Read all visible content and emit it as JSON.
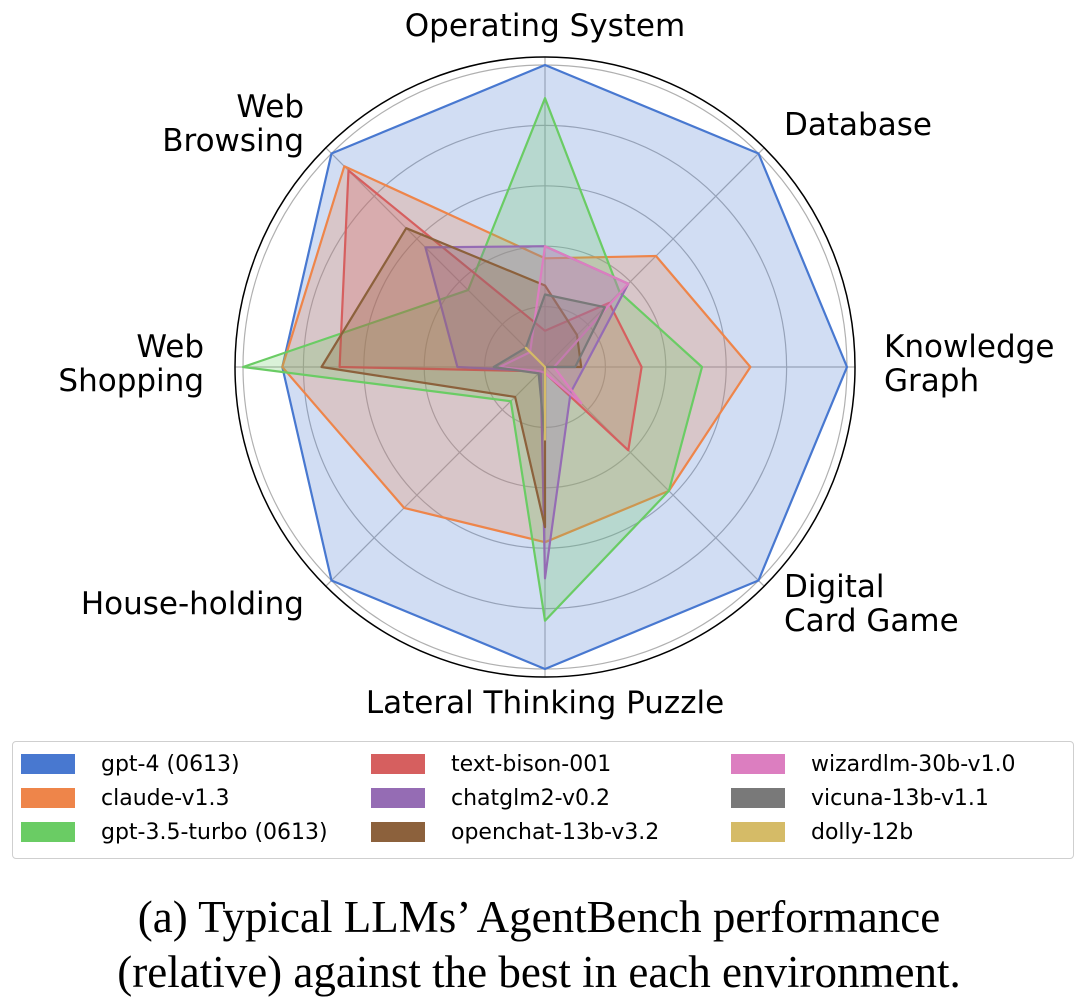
{
  "chart_data": {
    "type": "radar",
    "categories": [
      "Operating System",
      "Database",
      "Knowledge Graph",
      "Digital Card Game",
      "Lateral Thinking Puzzle",
      "House-holding",
      "Web Shopping",
      "Web Browsing"
    ],
    "category_lines": [
      [
        "Operating System"
      ],
      [
        "Database"
      ],
      [
        "Knowledge",
        "Graph"
      ],
      [
        "Digital",
        "Card Game"
      ],
      [
        "Lateral Thinking Puzzle"
      ],
      [
        "House-holding"
      ],
      [
        "Web",
        "Shopping"
      ],
      [
        "Web",
        "Browsing"
      ]
    ],
    "rlim": [
      0,
      1
    ],
    "grid": true,
    "legend_position": "bottom",
    "legend_columns": 3,
    "series": [
      {
        "name": "gpt-4 (0613)",
        "color": "#4878d0",
        "values": [
          1.0,
          1.0,
          1.0,
          1.0,
          1.0,
          1.0,
          0.87,
          1.0
        ]
      },
      {
        "name": "claude-v1.3",
        "color": "#ee854a",
        "values": [
          0.36,
          0.52,
          0.68,
          0.58,
          0.58,
          0.66,
          0.87,
          0.94
        ]
      },
      {
        "name": "gpt-3.5-turbo (0613)",
        "color": "#6acc64",
        "values": [
          0.89,
          0.35,
          0.52,
          0.58,
          0.84,
          0.16,
          1.0,
          0.36
        ]
      },
      {
        "name": "text-bison-001",
        "color": "#d65f5f",
        "values": [
          0.12,
          0.3,
          0.32,
          0.39,
          0.02,
          0.02,
          0.68,
          0.92
        ]
      },
      {
        "name": "chatglm2-v0.2",
        "color": "#956cb4",
        "values": [
          0.4,
          0.39,
          0.13,
          0.12,
          0.7,
          0.02,
          0.29,
          0.56
        ]
      },
      {
        "name": "openchat-13b-v3.2",
        "color": "#8c613c",
        "values": [
          0.27,
          0.15,
          0.12,
          0.0,
          0.53,
          0.14,
          0.74,
          0.65
        ]
      },
      {
        "name": "wizardlm-30b-v1.0",
        "color": "#dc7ec0",
        "values": [
          0.4,
          0.39,
          0.03,
          0.17,
          0.02,
          0.02,
          0.15,
          0.07
        ]
      },
      {
        "name": "vicuna-13b-v1.1",
        "color": "#797979",
        "values": [
          0.24,
          0.28,
          0.1,
          0.0,
          0.24,
          0.03,
          0.17,
          0.09
        ]
      },
      {
        "name": "dolly-12b",
        "color": "#d5bb67",
        "values": [
          0.0,
          0.0,
          0.0,
          0.0,
          0.24,
          0.0,
          0.0,
          0.09
        ]
      }
    ]
  },
  "caption": {
    "line1": "(a) Typical LLMs’ AgentBench performance",
    "line2": "(relative) against the best in each environment."
  }
}
